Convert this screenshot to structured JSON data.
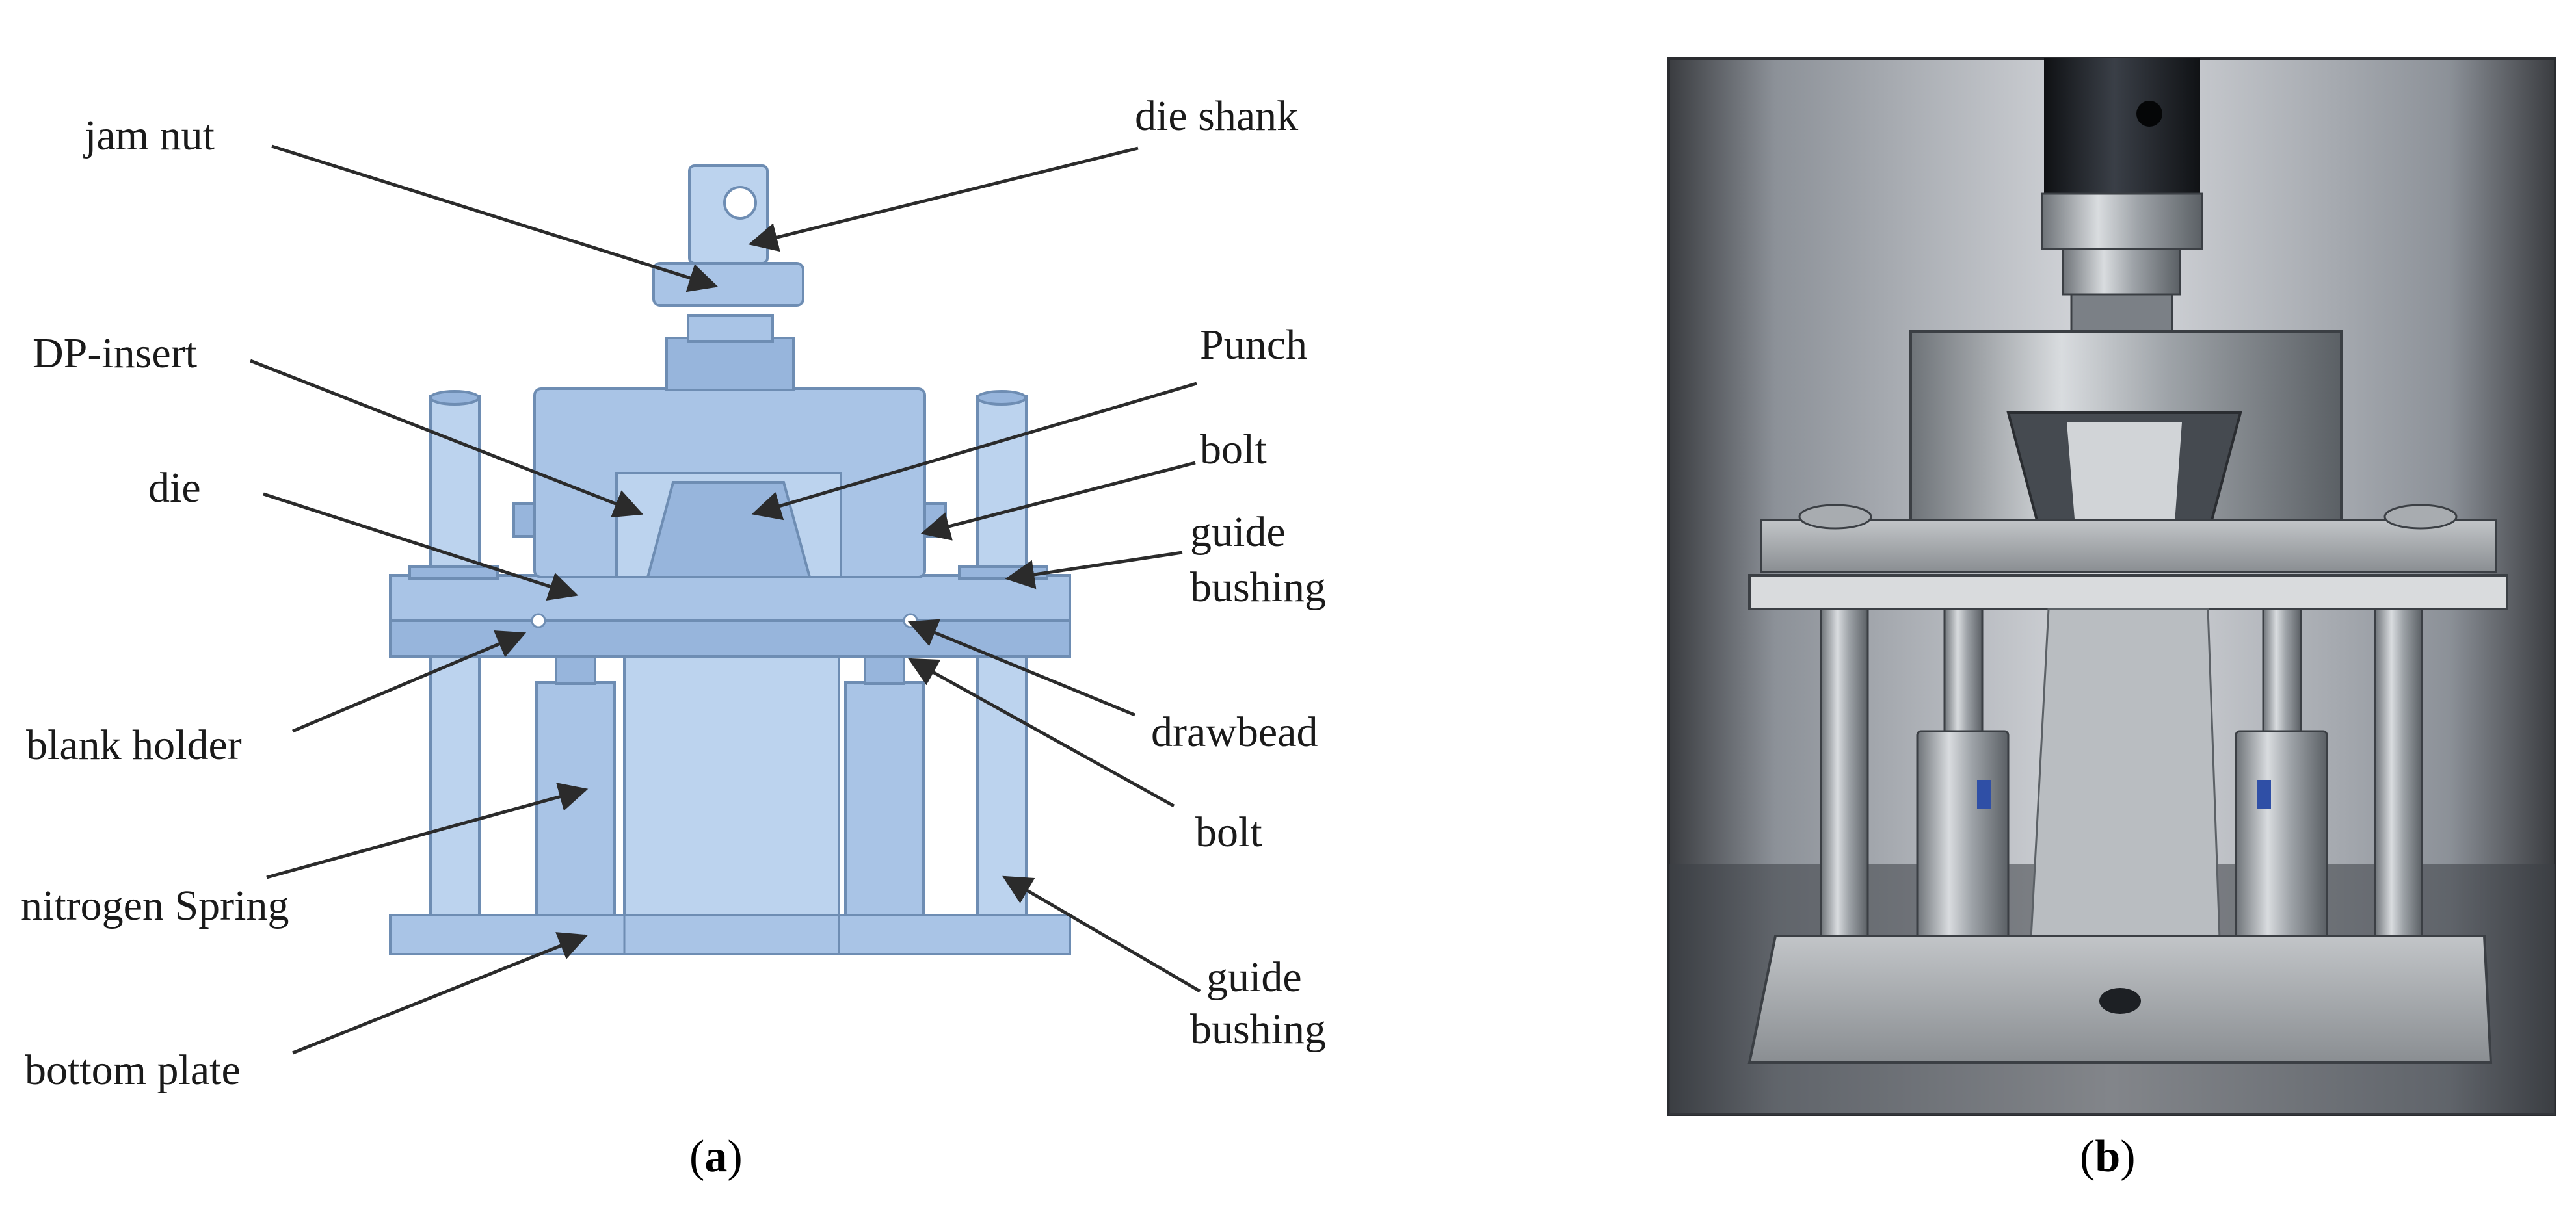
{
  "panel_a": {
    "caption_letter": "a",
    "labels": {
      "jam_nut": "jam nut",
      "die_shank": "die shank",
      "dp_insert": "DP-insert",
      "punch": "Punch",
      "bolt_upper": "bolt",
      "die": "die",
      "guide_bushing_1": "guide",
      "guide_bushing_1b": "bushing",
      "blank_holder": "blank holder",
      "drawbead": "drawbead",
      "bolt_lower": "bolt",
      "nitrogen_spring": "nitrogen Spring",
      "guide_bushing_2": "guide",
      "guide_bushing_2b": "bushing",
      "bottom_plate": "bottom plate"
    }
  },
  "panel_b": {
    "caption_letter": "b"
  },
  "colors": {
    "cad_blue": "#a9c4e6",
    "cad_edge": "#6e8db3",
    "steel": "#b4b8bc",
    "press_dark": "#1e2228"
  }
}
